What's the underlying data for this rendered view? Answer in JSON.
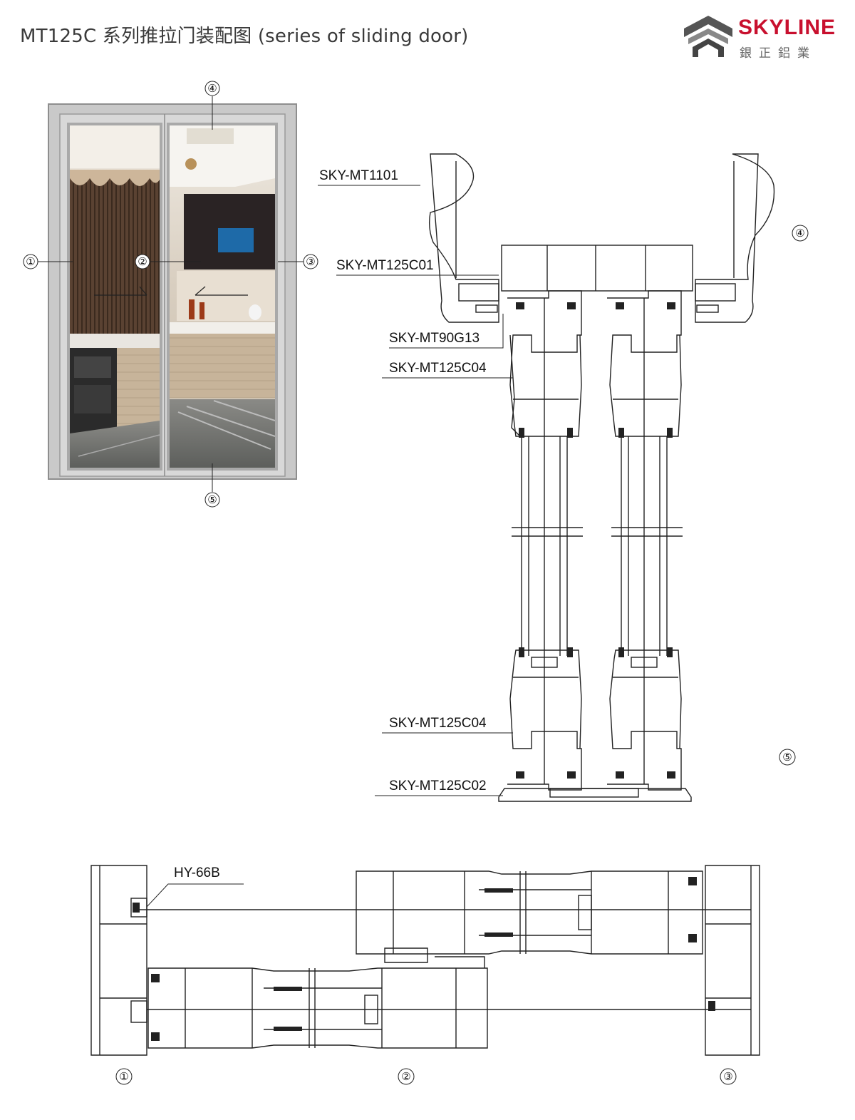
{
  "title": "MT125C 系列推拉门装配图 (series of sliding door)",
  "brand": {
    "name": "SKYLINE",
    "sub": "銀正鋁業",
    "color": "#c8102e"
  },
  "callouts": {
    "photo": [
      "①",
      "②",
      "③",
      "④",
      "⑤"
    ],
    "vertical": [
      "④",
      "⑤"
    ],
    "horizontal": [
      "①",
      "②",
      "③"
    ]
  },
  "parts": {
    "mt1101": "SKY-MT1101",
    "c01": "SKY-MT125C01",
    "g13": "SKY-MT90G13",
    "c04a": "SKY-MT125C04",
    "c04b": "SKY-MT125C04",
    "c02": "SKY-MT125C02",
    "hy66b": "HY-66B"
  }
}
